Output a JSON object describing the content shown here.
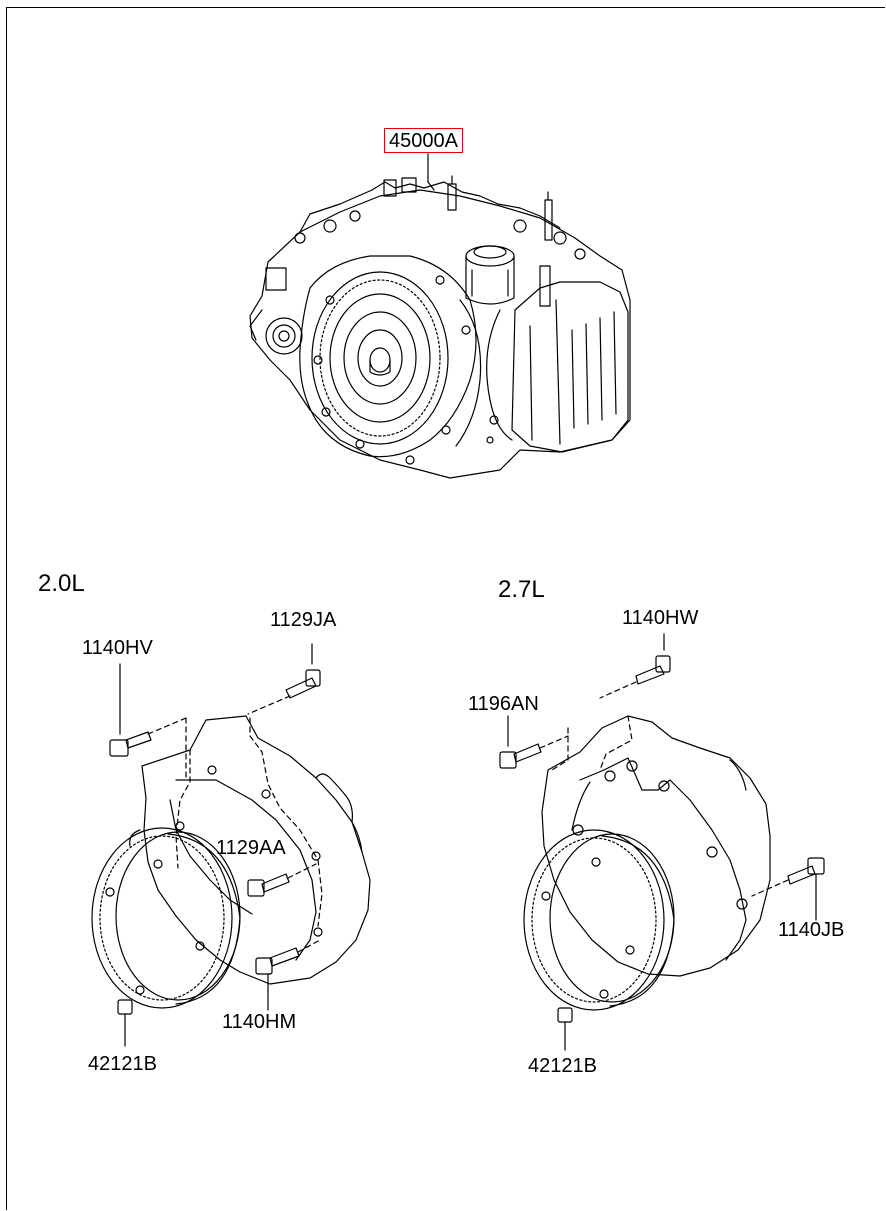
{
  "main_part": {
    "label": "45000A",
    "highlight_color": "#e00000"
  },
  "sections": [
    {
      "title": "2.0L",
      "callouts": [
        "1129JA",
        "1140HV",
        "1129AA",
        "1140HM",
        "42121B"
      ]
    },
    {
      "title": "2.7L",
      "callouts": [
        "1140HW",
        "1196AN",
        "1140JB",
        "42121B"
      ]
    }
  ],
  "colors": {
    "line": "#000000",
    "background": "#ffffff"
  }
}
